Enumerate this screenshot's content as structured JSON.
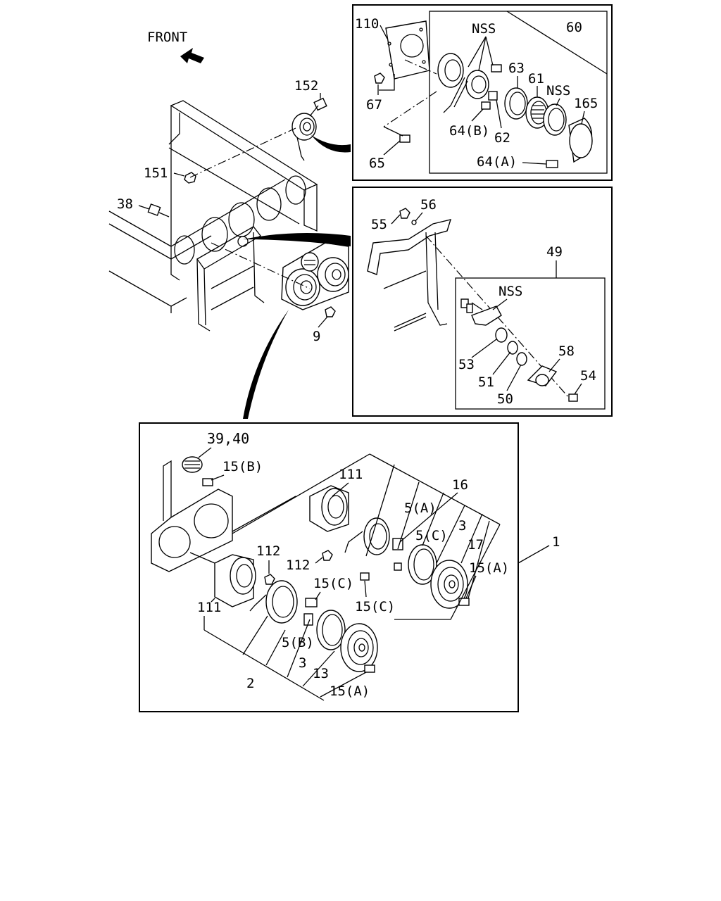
{
  "diagram": {
    "front_label": "FRONT",
    "main_labels": {
      "n152": "152",
      "n151": "151",
      "n38": "38",
      "n9": "9"
    },
    "box_top": {
      "n110": "110",
      "nss1": "NSS",
      "n60": "60",
      "n63": "63",
      "n61": "61",
      "nss2": "NSS",
      "n165": "165",
      "n67": "67",
      "n64b": "64(B)",
      "n62": "62",
      "n65": "65",
      "n64a": "64(A)"
    },
    "box_mid": {
      "n55": "55",
      "n56": "56",
      "n49": "49",
      "nss": "NSS",
      "n53": "53",
      "n58": "58",
      "n51": "51",
      "n54": "54",
      "n50": "50"
    },
    "box_bottom": {
      "n3940": "39,40",
      "n15b": "15(B)",
      "n111a": "111",
      "n16": "16",
      "n5a": "5(A)",
      "n5c": "5(C)",
      "n3a": "3",
      "n1": "1",
      "n17": "17",
      "n112a": "112",
      "n112b": "112",
      "n15c1": "15(C)",
      "n15a1": "15(A)",
      "n15c2": "15(C)",
      "n111b": "111",
      "n5b": "5(B)",
      "n3b": "3",
      "n2": "2",
      "n13": "13",
      "n15a2": "15(A)"
    }
  }
}
